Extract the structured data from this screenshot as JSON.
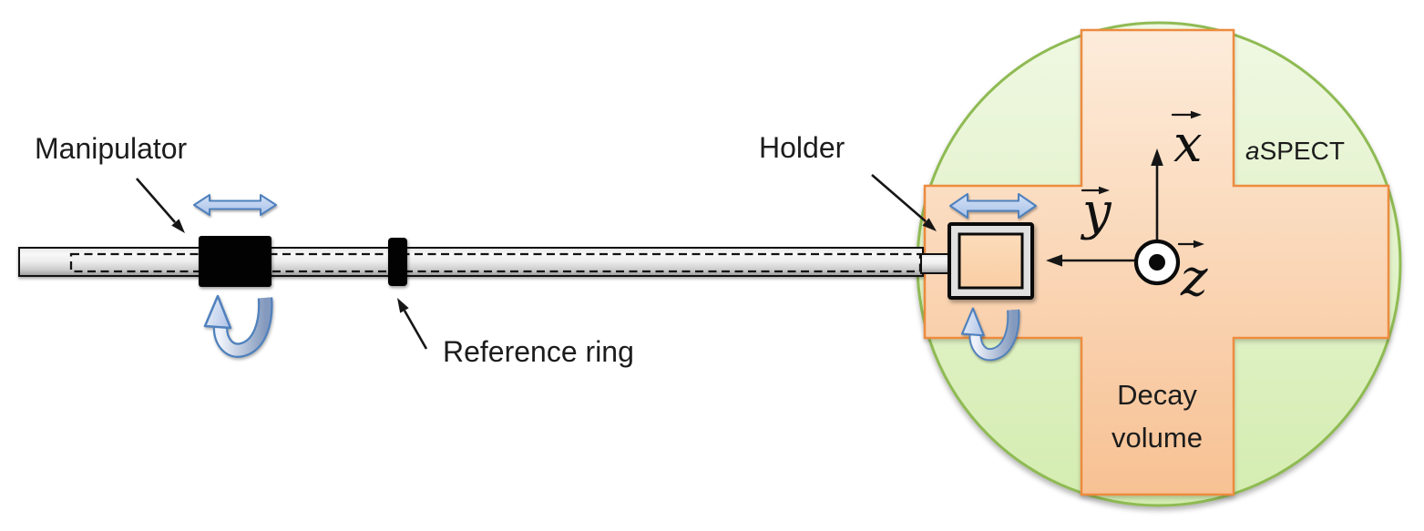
{
  "labels": {
    "manipulator": "Manipulator",
    "reference_ring": "Reference ring",
    "holder": "Holder",
    "aspect_prefix": "a",
    "aspect_name": "SPECT",
    "decay_volume_line1": "Decay",
    "decay_volume_line2": "volume",
    "axis_x": "x",
    "axis_y": "y",
    "axis_z": "z"
  },
  "colors": {
    "circle_fill_top": "#f0f8e3",
    "circle_fill_bottom": "#d4ecb0",
    "circle_stroke": "#8fbb53",
    "cross_fill_top": "#fdecdb",
    "cross_fill_bottom": "#f7c193",
    "cross_stroke": "#ed8b3f",
    "blue_arrow_fill_top": "#d3e0f5",
    "blue_arrow_fill_bottom": "#a9c2e8",
    "blue_arrow_stroke": "#4f81bd",
    "rotation_gradient_light": "#eef2fa",
    "rotation_gradient_dark": "#8399bd",
    "holder_fill": "#fbd8b5",
    "rod_fill": "#e9e9e9",
    "marker_fill": "#020202",
    "ink": "#1c1c1c"
  }
}
